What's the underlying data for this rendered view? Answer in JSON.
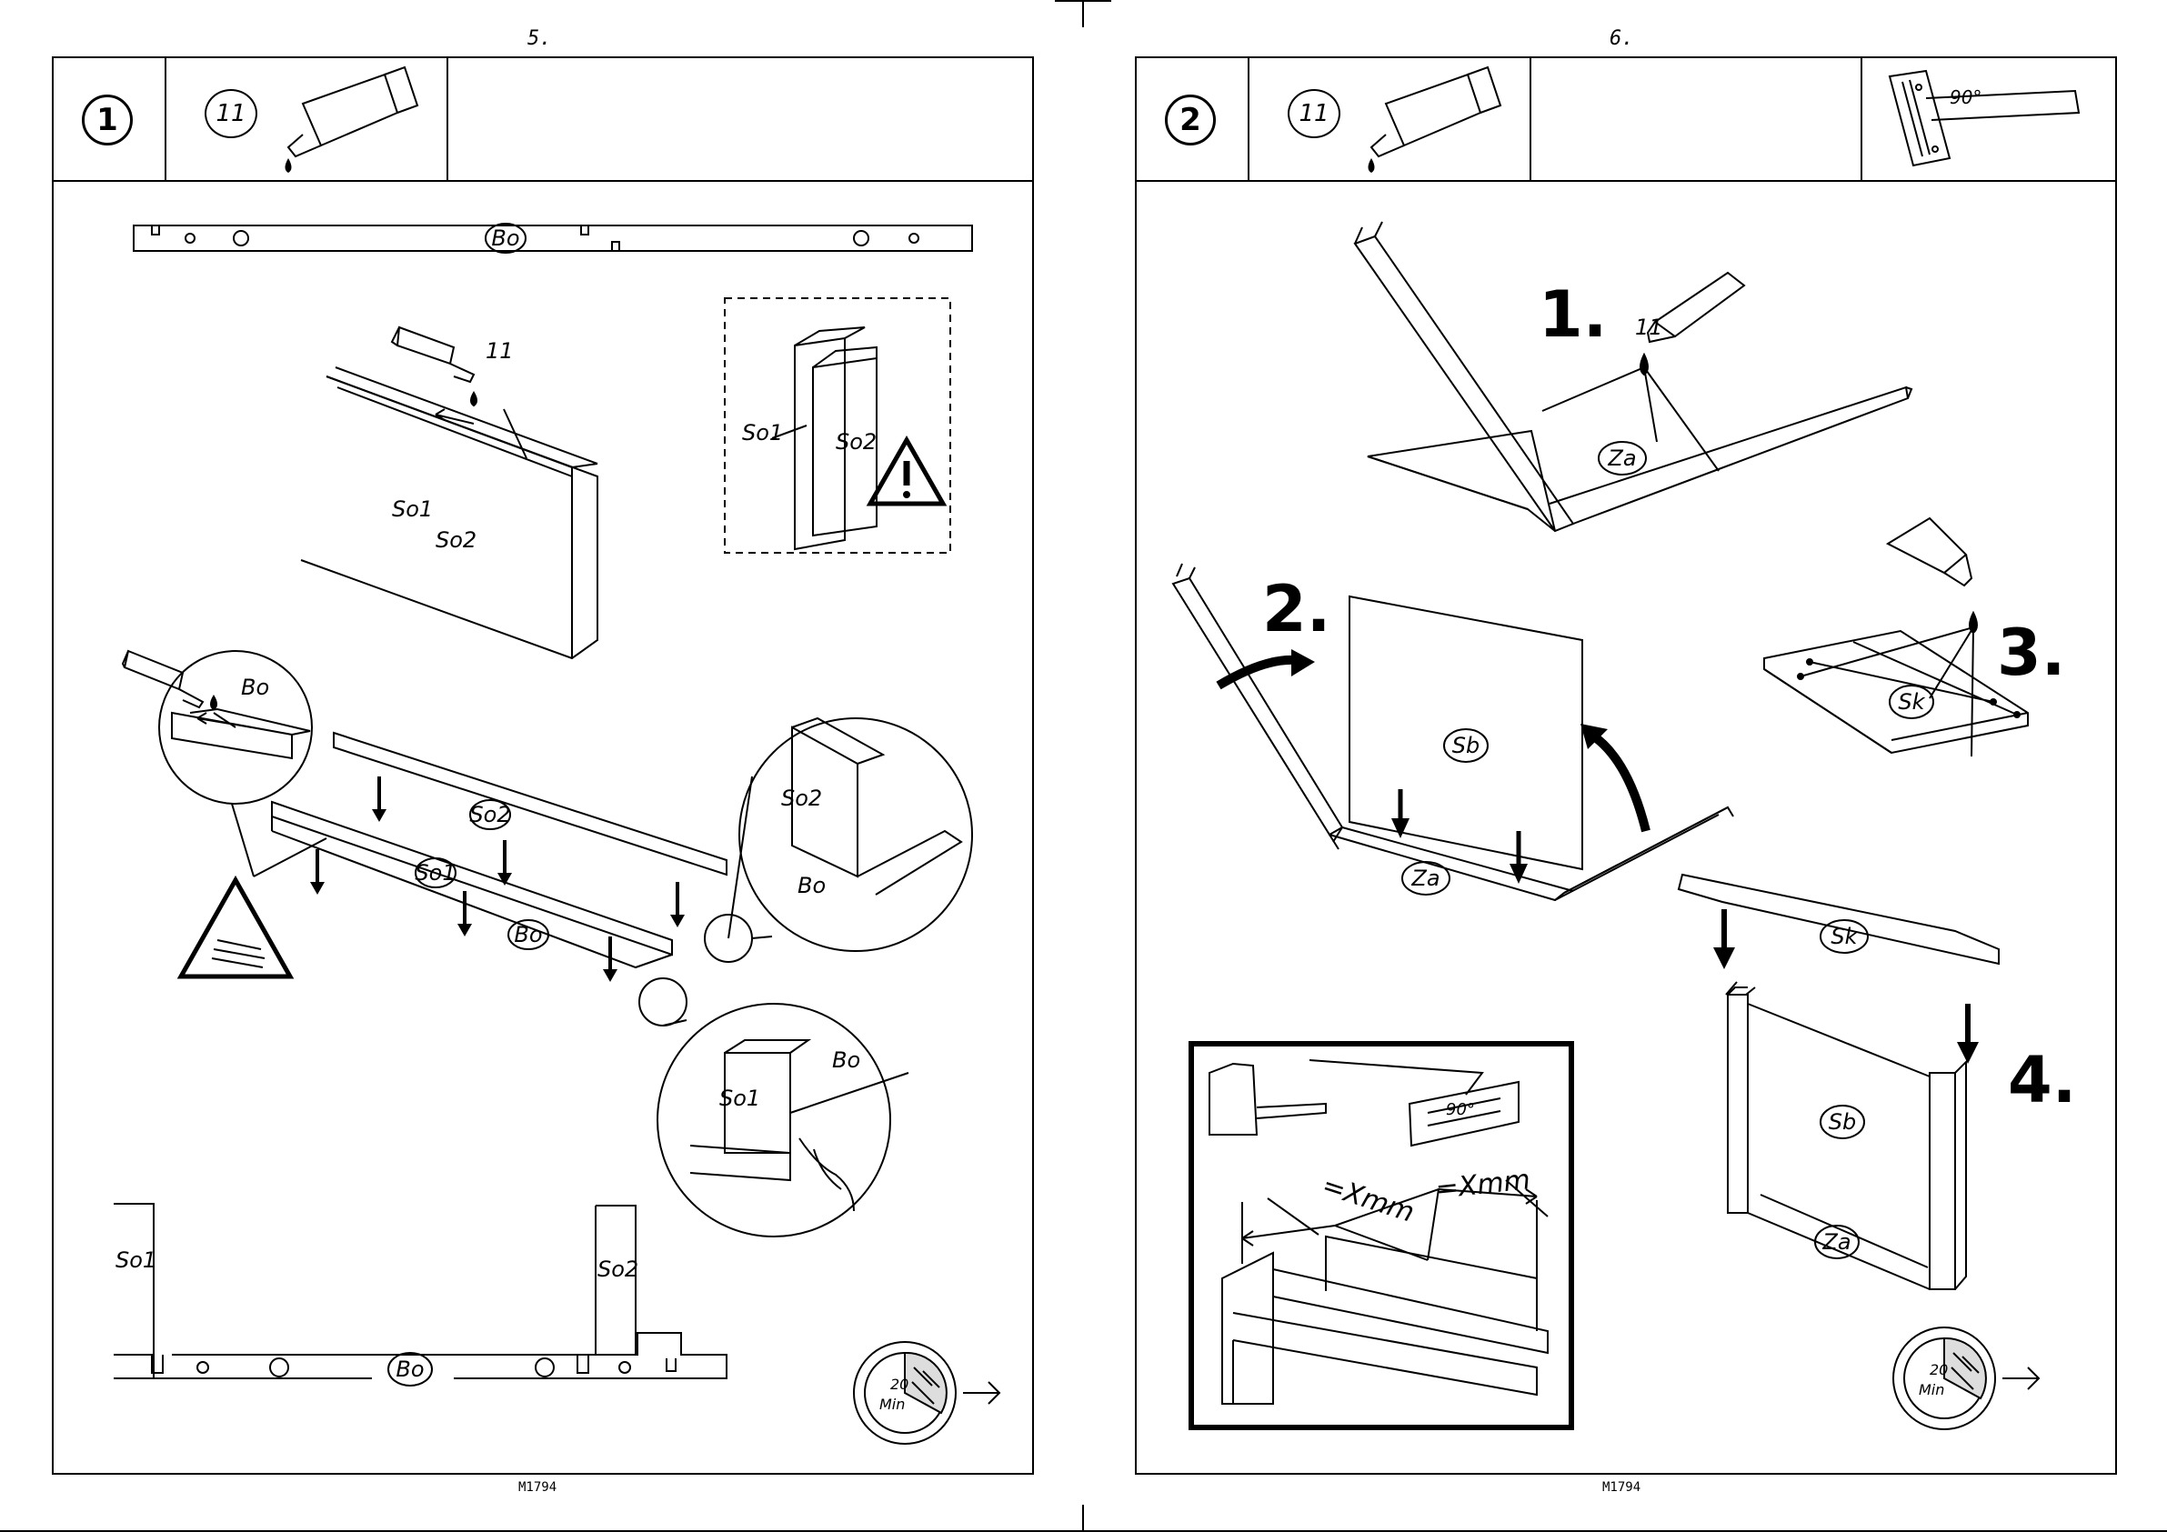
{
  "left_page": {
    "page_number": "5.",
    "footer": "M1794",
    "step_number": "1",
    "glue_part": "11",
    "labels": {
      "top_board": "Bo",
      "glue_11": "11",
      "so1_a": "So1",
      "so2_a": "So2",
      "detail_so1": "So1",
      "detail_so2": "So2",
      "bo_circle": "Bo",
      "so2_assembly": "So2",
      "so1_assembly": "So1",
      "bo_assembly": "Bo",
      "zoom1_so2": "So2",
      "zoom1_bo": "Bo",
      "zoom2_so1": "So1",
      "zoom2_bo": "Bo",
      "bottom_so1": "So1",
      "bottom_so2": "So2",
      "bottom_bo": "Bo"
    },
    "timer": {
      "value": "20",
      "unit": "Min"
    }
  },
  "right_page": {
    "page_number": "6.",
    "footer": "M1794",
    "step_number": "2",
    "glue_part": "11",
    "square_angle": "90°",
    "substeps": [
      "1.",
      "2.",
      "3.",
      "4."
    ],
    "labels": {
      "glue_11": "11",
      "za_1": "Za",
      "sb_2": "Sb",
      "za_2": "Za",
      "sk_3": "Sk",
      "sk_4": "Sk",
      "sb_4": "Sb",
      "za_4": "Za",
      "measure_a": "=Xmm",
      "measure_b": "=Xmm",
      "inset_angle": "90°"
    },
    "timer": {
      "value": "20",
      "unit": "Min"
    }
  }
}
